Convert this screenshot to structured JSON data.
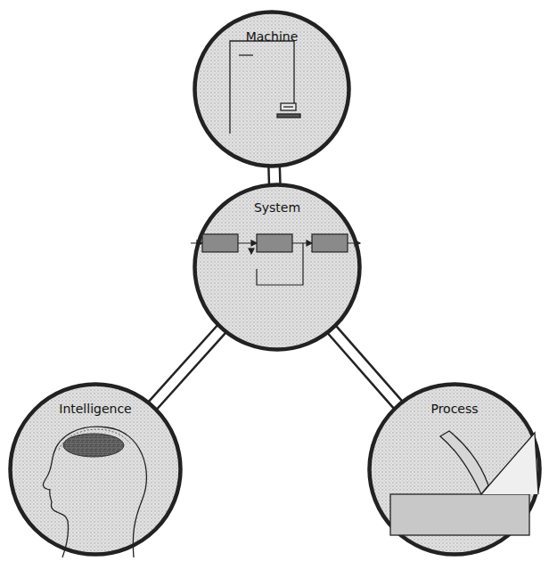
{
  "diagram": {
    "nodes": [
      {
        "text": [
          "Machine"
        ]
      },
      {
        "text": [
          "System"
        ]
      },
      {
        "text": [
          "Intelligence"
        ]
      },
      {
        "text": [
          "Process"
        ]
      }
    ],
    "edges": [
      {
        "from": 1,
        "to": 0,
        "arrow": "none"
      },
      {
        "from": 1,
        "to": 2,
        "arrow": "none"
      },
      {
        "from": 1,
        "to": 3,
        "arrow": "none"
      }
    ]
  }
}
